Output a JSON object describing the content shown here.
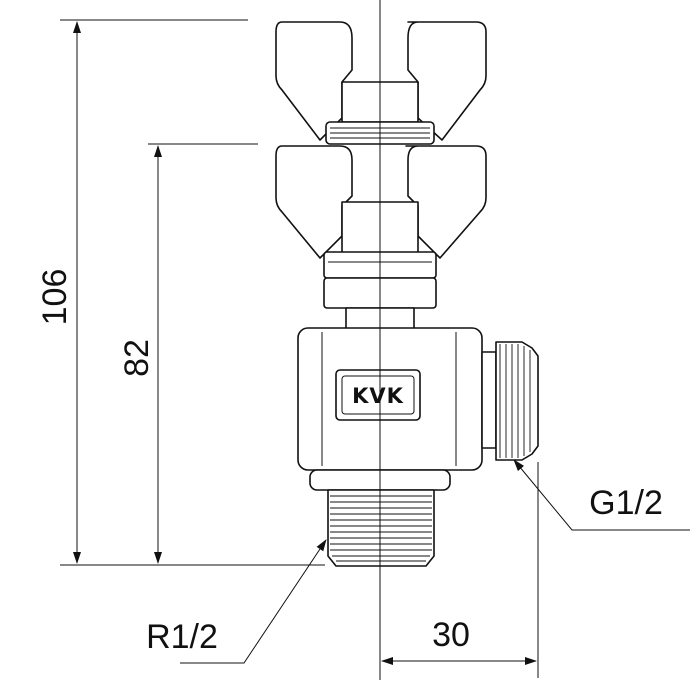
{
  "brand_label": "KVK",
  "dimensions": {
    "overall_height": "106",
    "body_height": "82",
    "outlet_offset": "30"
  },
  "callouts": {
    "inlet_thread": "R1/2",
    "outlet_thread": "G1/2"
  },
  "colors": {
    "line": "#111111",
    "background": "#ffffff"
  }
}
